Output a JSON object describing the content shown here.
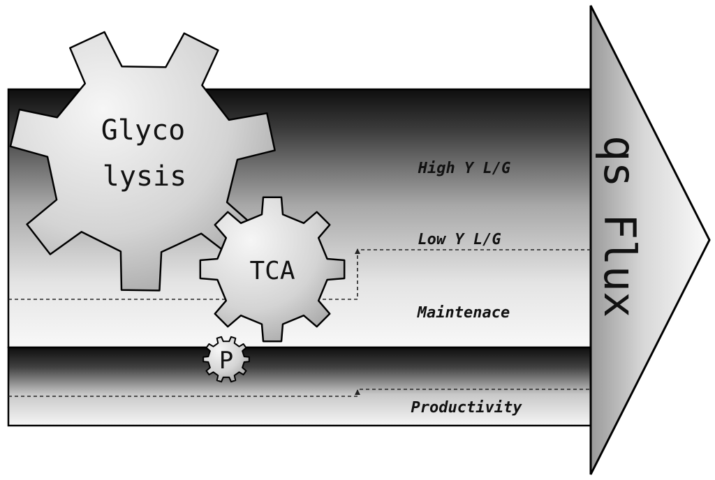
{
  "arrow": {
    "label": "qs Flux"
  },
  "gears": {
    "glycolysis": {
      "line1": "Glyco",
      "line2": "lysis"
    },
    "tca": {
      "label": "TCA"
    },
    "p": {
      "label": "P"
    }
  },
  "labels": {
    "high": "High Y L/G",
    "low": "Low Y L/G",
    "maintenance": "Maintenace",
    "productivity": "Productivity"
  },
  "colors": {
    "dark": "#111111",
    "mid": "#8c8c8c",
    "light": "#f2f2f2",
    "outline": "#000000"
  }
}
